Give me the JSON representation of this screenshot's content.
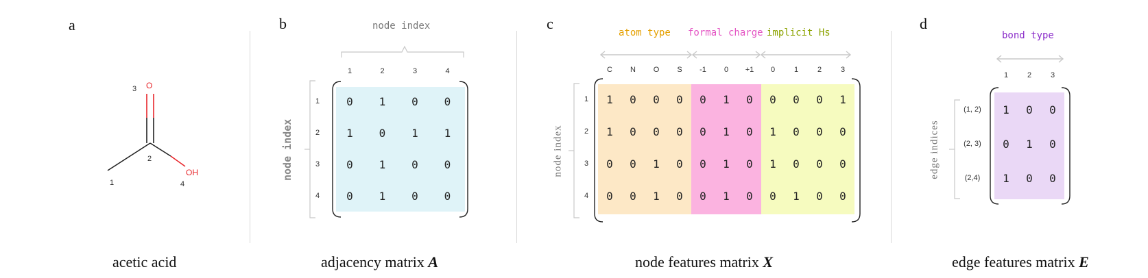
{
  "colors": {
    "adjacency_bg": "#dff3f8",
    "atom_bg": "#fde8c6",
    "charge_bg": "#fbb3e0",
    "hs_bg": "#f6fbbf",
    "edge_bg": "#ead8f6",
    "atom_label": "#e5a000",
    "charge_label": "#e455c4",
    "hs_label": "#8ca300",
    "bond_label": "#8a2bc9",
    "oxygen": "#e8262b"
  },
  "panel_a": {
    "letter": "a",
    "caption": "acetic acid",
    "atoms": {
      "o_label": "O",
      "oh_label": "OH",
      "n1": "1",
      "n2": "2",
      "n3": "3",
      "n4": "4"
    }
  },
  "panel_b": {
    "letter": "b",
    "caption_text": "adjacency matrix ",
    "caption_var": "A",
    "col_axis_label": "node index",
    "row_axis_label": "node index",
    "col_headers": [
      "1",
      "2",
      "3",
      "4"
    ],
    "row_headers": [
      "1",
      "2",
      "3",
      "4"
    ],
    "rows": [
      [
        "0",
        "1",
        "0",
        "0"
      ],
      [
        "1",
        "0",
        "1",
        "1"
      ],
      [
        "0",
        "1",
        "0",
        "0"
      ],
      [
        "0",
        "1",
        "0",
        "0"
      ]
    ]
  },
  "panel_c": {
    "letter": "c",
    "caption_text": "node features matrix ",
    "caption_var": "X",
    "row_axis_label": "node index",
    "groups": {
      "atom_type": "atom type",
      "formal_charge": "formal charge",
      "implicit_hs": "implicit Hs"
    },
    "col_headers": [
      "C",
      "N",
      "O",
      "S",
      "-1",
      "0",
      "+1",
      "0",
      "1",
      "2",
      "3"
    ],
    "row_headers": [
      "1",
      "2",
      "3",
      "4"
    ],
    "rows": [
      [
        "1",
        "0",
        "0",
        "0",
        "0",
        "1",
        "0",
        "0",
        "0",
        "0",
        "1"
      ],
      [
        "1",
        "0",
        "0",
        "0",
        "0",
        "1",
        "0",
        "1",
        "0",
        "0",
        "0"
      ],
      [
        "0",
        "0",
        "1",
        "0",
        "0",
        "1",
        "0",
        "1",
        "0",
        "0",
        "0"
      ],
      [
        "0",
        "0",
        "1",
        "0",
        "0",
        "1",
        "0",
        "0",
        "1",
        "0",
        "0"
      ]
    ]
  },
  "panel_d": {
    "letter": "d",
    "caption_text": "edge features matrix ",
    "caption_var": "E",
    "group_label": "bond type",
    "row_axis_label": "edge indices",
    "col_headers": [
      "1",
      "2",
      "3"
    ],
    "row_headers": [
      "(1, 2)",
      "(2, 3)",
      "(2,4)"
    ],
    "rows": [
      [
        "1",
        "0",
        "0"
      ],
      [
        "0",
        "1",
        "0"
      ],
      [
        "1",
        "0",
        "0"
      ]
    ]
  }
}
